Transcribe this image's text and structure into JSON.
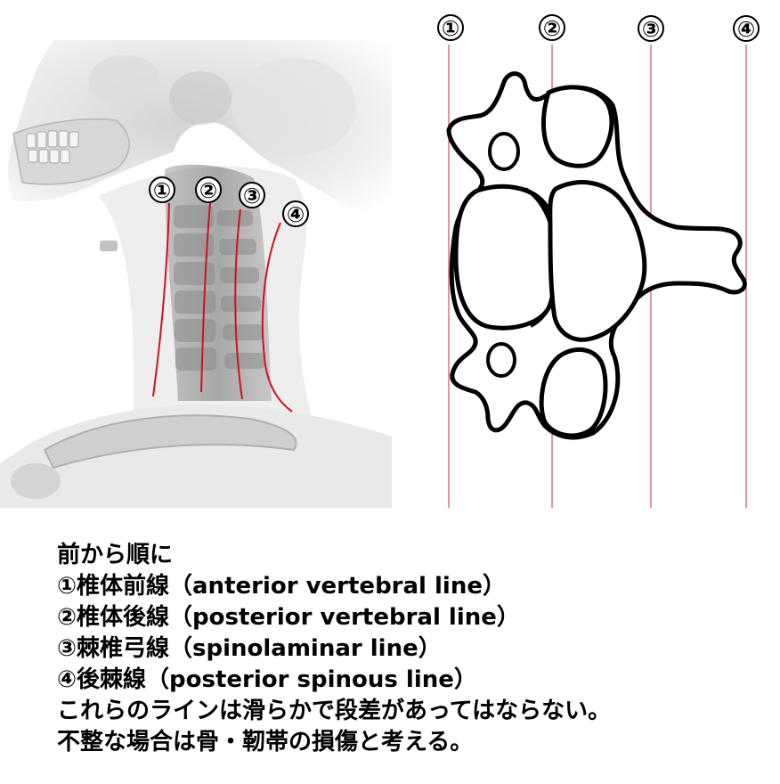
{
  "left_panel": {
    "markers": [
      {
        "label": "①"
      },
      {
        "label": "②"
      },
      {
        "label": "③"
      },
      {
        "label": "④"
      }
    ]
  },
  "right_panel": {
    "markers": [
      {
        "label": "①"
      },
      {
        "label": "②"
      },
      {
        "label": "③"
      },
      {
        "label": "④"
      }
    ]
  },
  "colors": {
    "line_red": "#d0121a",
    "thin_line": "#c0303a",
    "outline": "#000000"
  },
  "caption": {
    "heading": "前から順に",
    "lines": [
      "①椎体前線（anterior vertebral line）",
      "②椎体後線（posterior vertebral line）",
      "③棘椎弓線（spinolaminar line）",
      "④後棘線（posterior spinous line）"
    ],
    "note1": "これらのラインは滑らかで段差があってはならない。",
    "note2": "不整な場合は骨・靭帯の損傷と考える。"
  }
}
